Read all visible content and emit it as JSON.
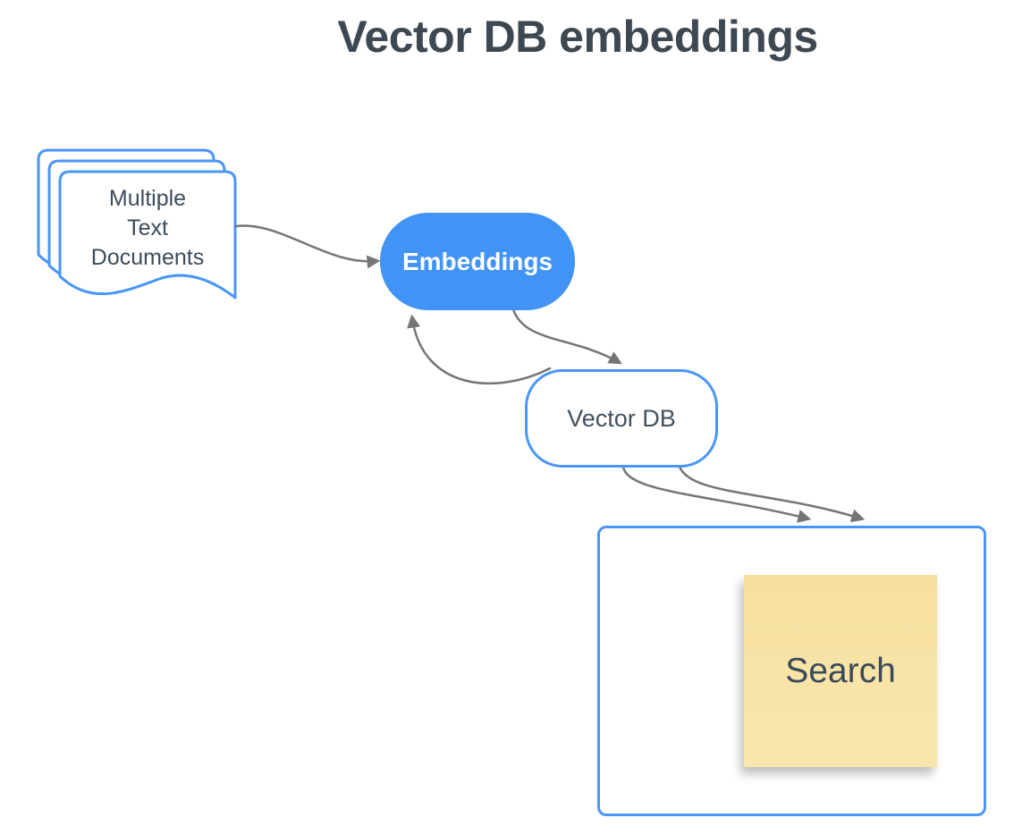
{
  "title": "Vector DB embeddings",
  "nodes": {
    "documents": {
      "shape": "multiple-documents",
      "lines": [
        "Multiple",
        "Text",
        "Documents"
      ],
      "label": "Multiple Text Documents"
    },
    "embeddings": {
      "shape": "pill",
      "label": "Embeddings"
    },
    "vector_db": {
      "shape": "rounded-rectangle",
      "label": "Vector DB"
    },
    "search_container": {
      "shape": "rectangle",
      "label": ""
    },
    "search_note": {
      "shape": "sticky-note",
      "label": "Search"
    }
  },
  "edges": [
    {
      "from": "documents",
      "to": "embeddings",
      "style": "curved-arrow"
    },
    {
      "from": "embeddings",
      "to": "vector_db",
      "style": "curved-arrow"
    },
    {
      "from": "vector_db",
      "to": "embeddings",
      "style": "curved-arrow"
    },
    {
      "from": "vector_db",
      "to": "search_container",
      "style": "curved-arrow"
    },
    {
      "from": "vector_db",
      "to": "search_container",
      "style": "curved-arrow"
    }
  ],
  "colors": {
    "background": "#ffffff",
    "accent_blue_border": "#4a96f8",
    "node_fill_blue": "#4193f6",
    "node_text_dark": "#3c4c5c",
    "title_text": "#3d4852",
    "embeddings_text": "#ffffff",
    "arrow_gray": "#757575",
    "sticky_note_top": "#f5dfa0",
    "sticky_note_bottom": "#f9e6ab"
  }
}
